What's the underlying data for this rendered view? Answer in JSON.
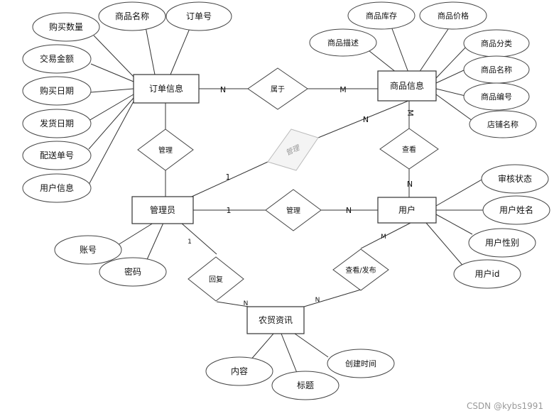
{
  "entities": {
    "order": "订单信息",
    "product": "商品信息",
    "admin": "管理员",
    "user": "用户",
    "news": "农贸资讯"
  },
  "relationships": {
    "belongs": "属于",
    "manage_order": "管理",
    "manage_product": "管理",
    "manage_user": "管理",
    "view": "查看",
    "reply": "回复",
    "view_publish": "查看/发布"
  },
  "attributes": {
    "order": [
      "购买数量",
      "商品名称",
      "订单号",
      "交易金额",
      "购买日期",
      "发货日期",
      "配送单号",
      "用户信息"
    ],
    "product": [
      "商品库存",
      "商品价格",
      "商品描述",
      "商品分类",
      "商品名称",
      "商品编号",
      "店铺名称"
    ],
    "admin": [
      "账号",
      "密码"
    ],
    "user": [
      "审核状态",
      "用户姓名",
      "用户性别",
      "用户id"
    ],
    "news": [
      "内容",
      "标题",
      "创建时间"
    ]
  },
  "cardinalities": {
    "order_belongs": "N",
    "product_belongs": "M",
    "admin_manage_product": "1",
    "product_manage": "N",
    "product_view": "M",
    "user_view": "N",
    "admin_manage_user": "1",
    "user_manage": "N",
    "admin_reply": "1",
    "news_reply": "N",
    "news_view_publish": "N",
    "user_view_publish": "M"
  },
  "watermark": "CSDN @kybs1991"
}
